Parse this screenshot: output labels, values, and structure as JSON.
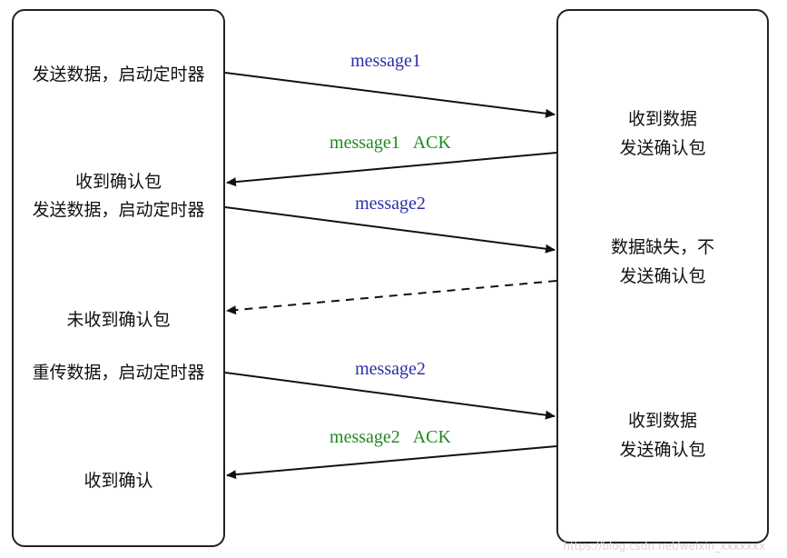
{
  "sender": {
    "steps": [
      "发送数据，启动定时器",
      "收到确认包",
      "发送数据，启动定时器",
      "未收到确认包",
      "重传数据，启动定时器",
      "收到确认"
    ]
  },
  "receiver": {
    "states": [
      [
        "收到数据",
        "发送确认包"
      ],
      [
        "数据缺失，不",
        "发送确认包"
      ],
      [
        "收到数据",
        "发送确认包"
      ]
    ]
  },
  "messages": {
    "m1": "message1",
    "ack1": "message1   ACK",
    "m2": "message2",
    "m2_retry": "message2",
    "ack2": "message2   ACK"
  },
  "watermark": "https://blog.csdn.net/weixin_xxxxxxx",
  "colors": {
    "data_message": "#2e2ea8",
    "ack_message": "#1f8a1f",
    "line": "#111111"
  }
}
